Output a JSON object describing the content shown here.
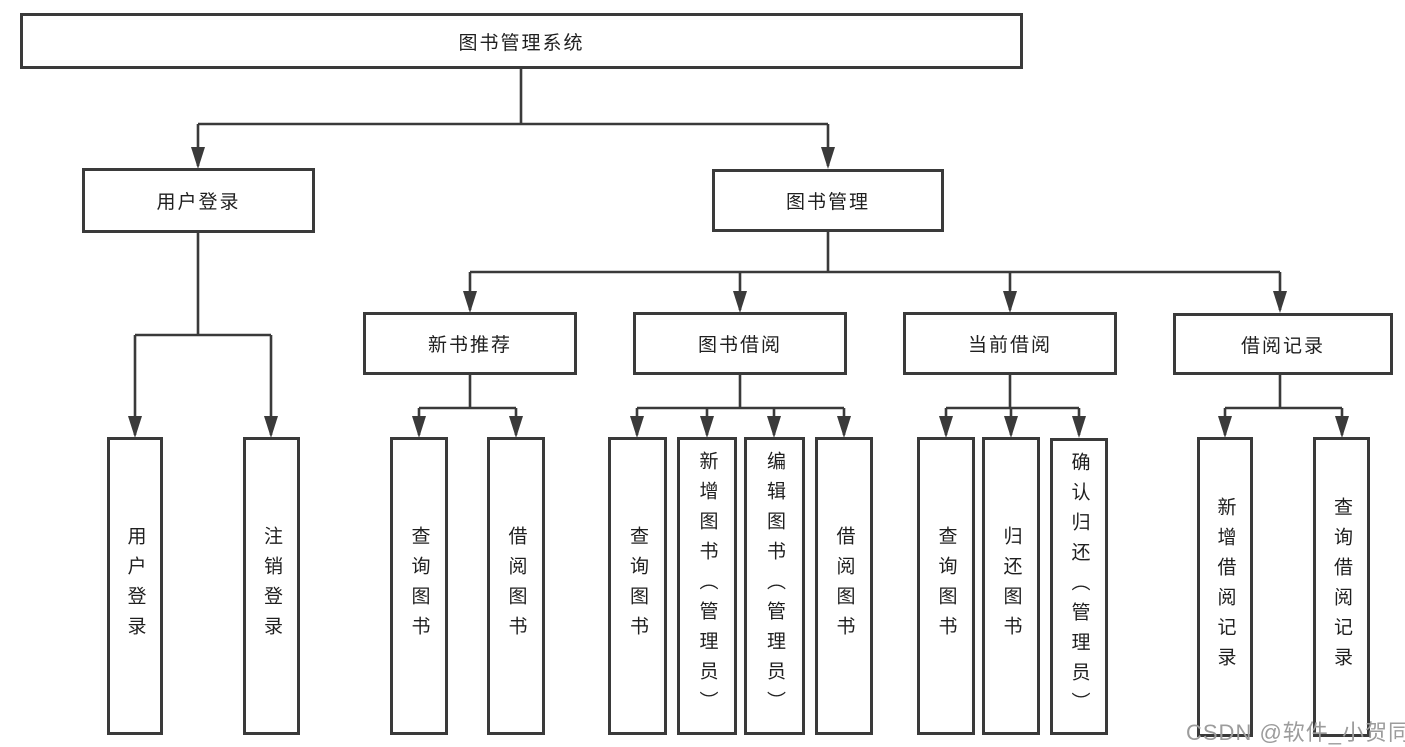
{
  "page": {
    "background_color": "#ffffff",
    "line_color": "#3a3a3a",
    "text_color": "#1f1f1f",
    "watermark_color": "#9c9c9c"
  },
  "diagram": {
    "type": "hierarchy-tree",
    "root": {
      "label": "图书管理系统"
    },
    "login": {
      "label": "用户登录",
      "children": [
        {
          "label": "用户登录"
        },
        {
          "label": "注销登录"
        }
      ]
    },
    "management": {
      "label": "图书管理",
      "sections": [
        {
          "label": "新书推荐",
          "children": [
            {
              "label": "查询图书"
            },
            {
              "label": "借阅图书"
            }
          ]
        },
        {
          "label": "图书借阅",
          "children": [
            {
              "label": "查询图书"
            },
            {
              "label": "新增图书（管理员）"
            },
            {
              "label": "编辑图书（管理员）"
            },
            {
              "label": "借阅图书"
            }
          ]
        },
        {
          "label": "当前借阅",
          "children": [
            {
              "label": "查询图书"
            },
            {
              "label": "归还图书"
            },
            {
              "label": "确认归还（管理员）"
            }
          ]
        },
        {
          "label": "借阅记录",
          "children": [
            {
              "label": "新增借阅记录"
            },
            {
              "label": "查询借阅记录"
            }
          ]
        }
      ]
    }
  },
  "watermark": {
    "text": "CSDN @软件_小贺同学"
  }
}
